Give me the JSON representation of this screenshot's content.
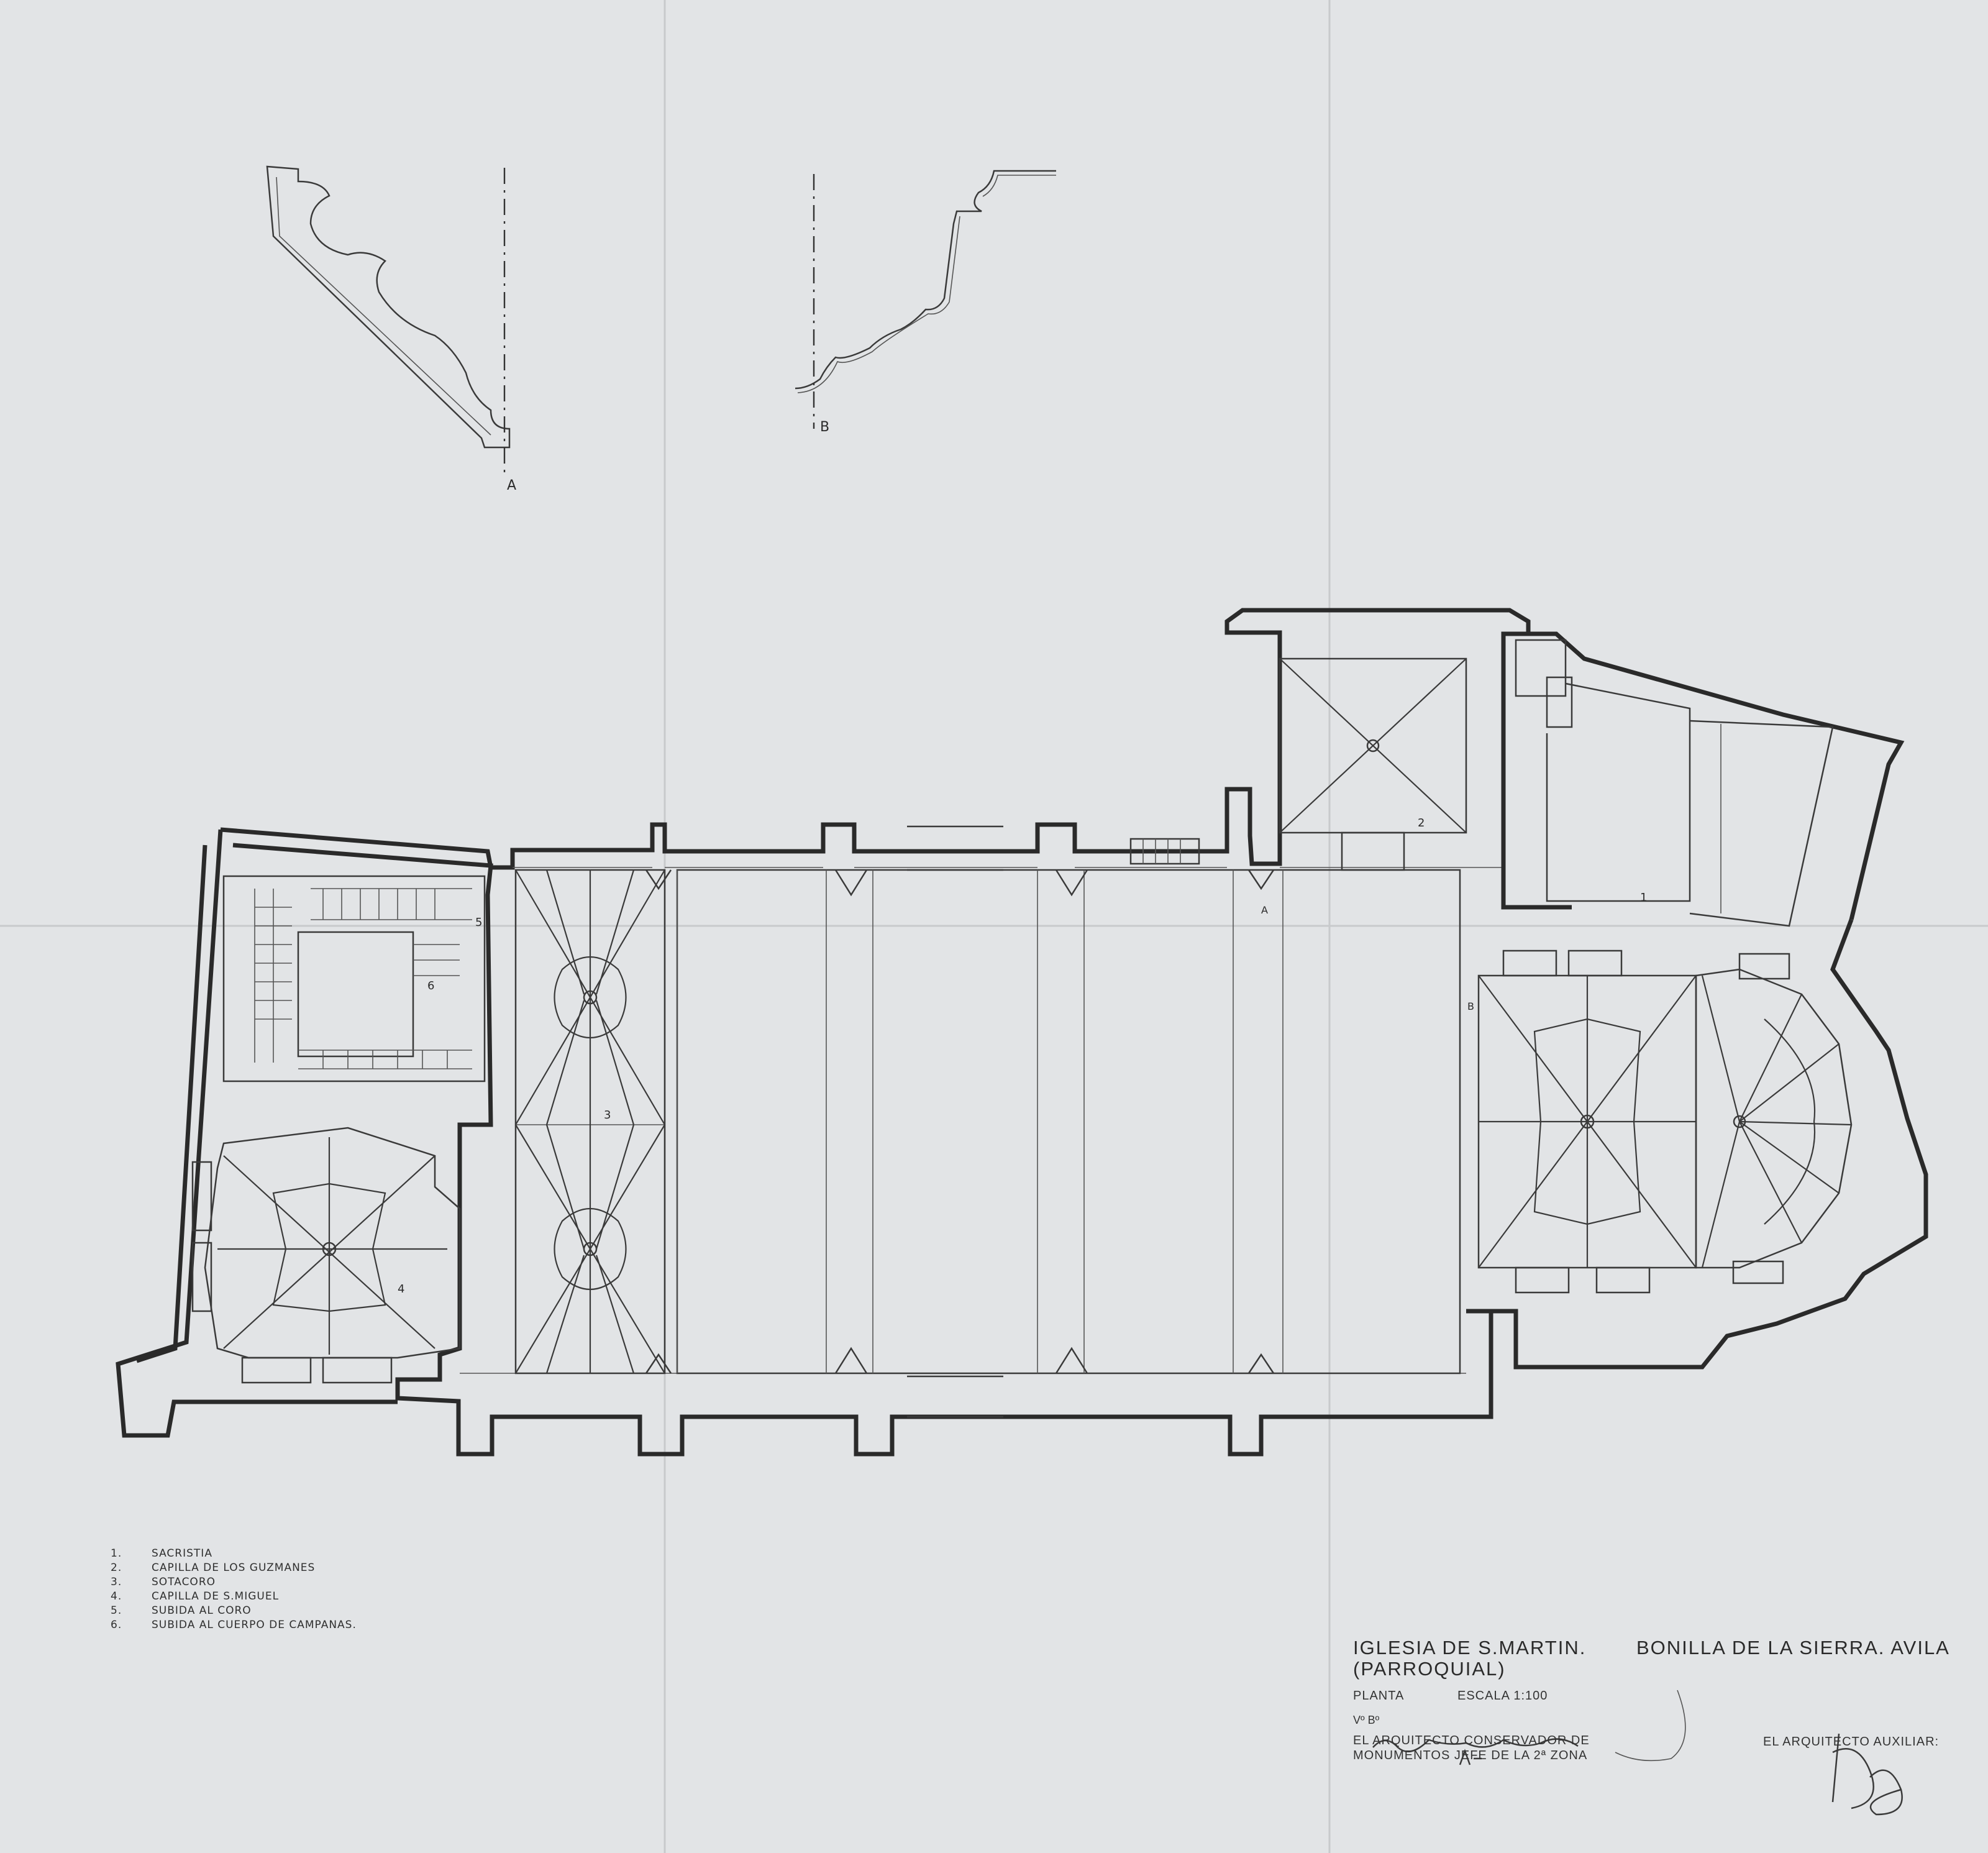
{
  "section_labels": {
    "a": "A",
    "b": "B"
  },
  "plan_numbers": [
    "1",
    "2",
    "3",
    "4",
    "5",
    "6"
  ],
  "legend": [
    {
      "num": "1.",
      "text": "SACRISTIA"
    },
    {
      "num": "2.",
      "text": "CAPILLA DE LOS GUZMANES"
    },
    {
      "num": "3.",
      "text": "SOTACORO"
    },
    {
      "num": "4.",
      "text": "CAPILLA DE S.MIGUEL"
    },
    {
      "num": "5.",
      "text": "SUBIDA AL CORO"
    },
    {
      "num": "6.",
      "text": "SUBIDA AL CUERPO DE CAMPANAS."
    }
  ],
  "title_block": {
    "church": "IGLESIA DE S.MARTIN.",
    "location": "BONILLA DE LA SIERRA. AVILA",
    "type": "(PARROQUIAL)",
    "drawing": "PLANTA",
    "scale": "ESCALA 1:100",
    "approval": "Vº Bº",
    "conservator_line1": "EL ARQUITECTO CONSERVADOR DE",
    "conservator_line2": "MONUMENTOS JEFE DE LA 2ª ZONA",
    "assistant": "EL ARQUITECTO AUXILIAR:"
  },
  "colors": {
    "paper": "#e2e4e6",
    "ink": "#2a2a2a"
  }
}
